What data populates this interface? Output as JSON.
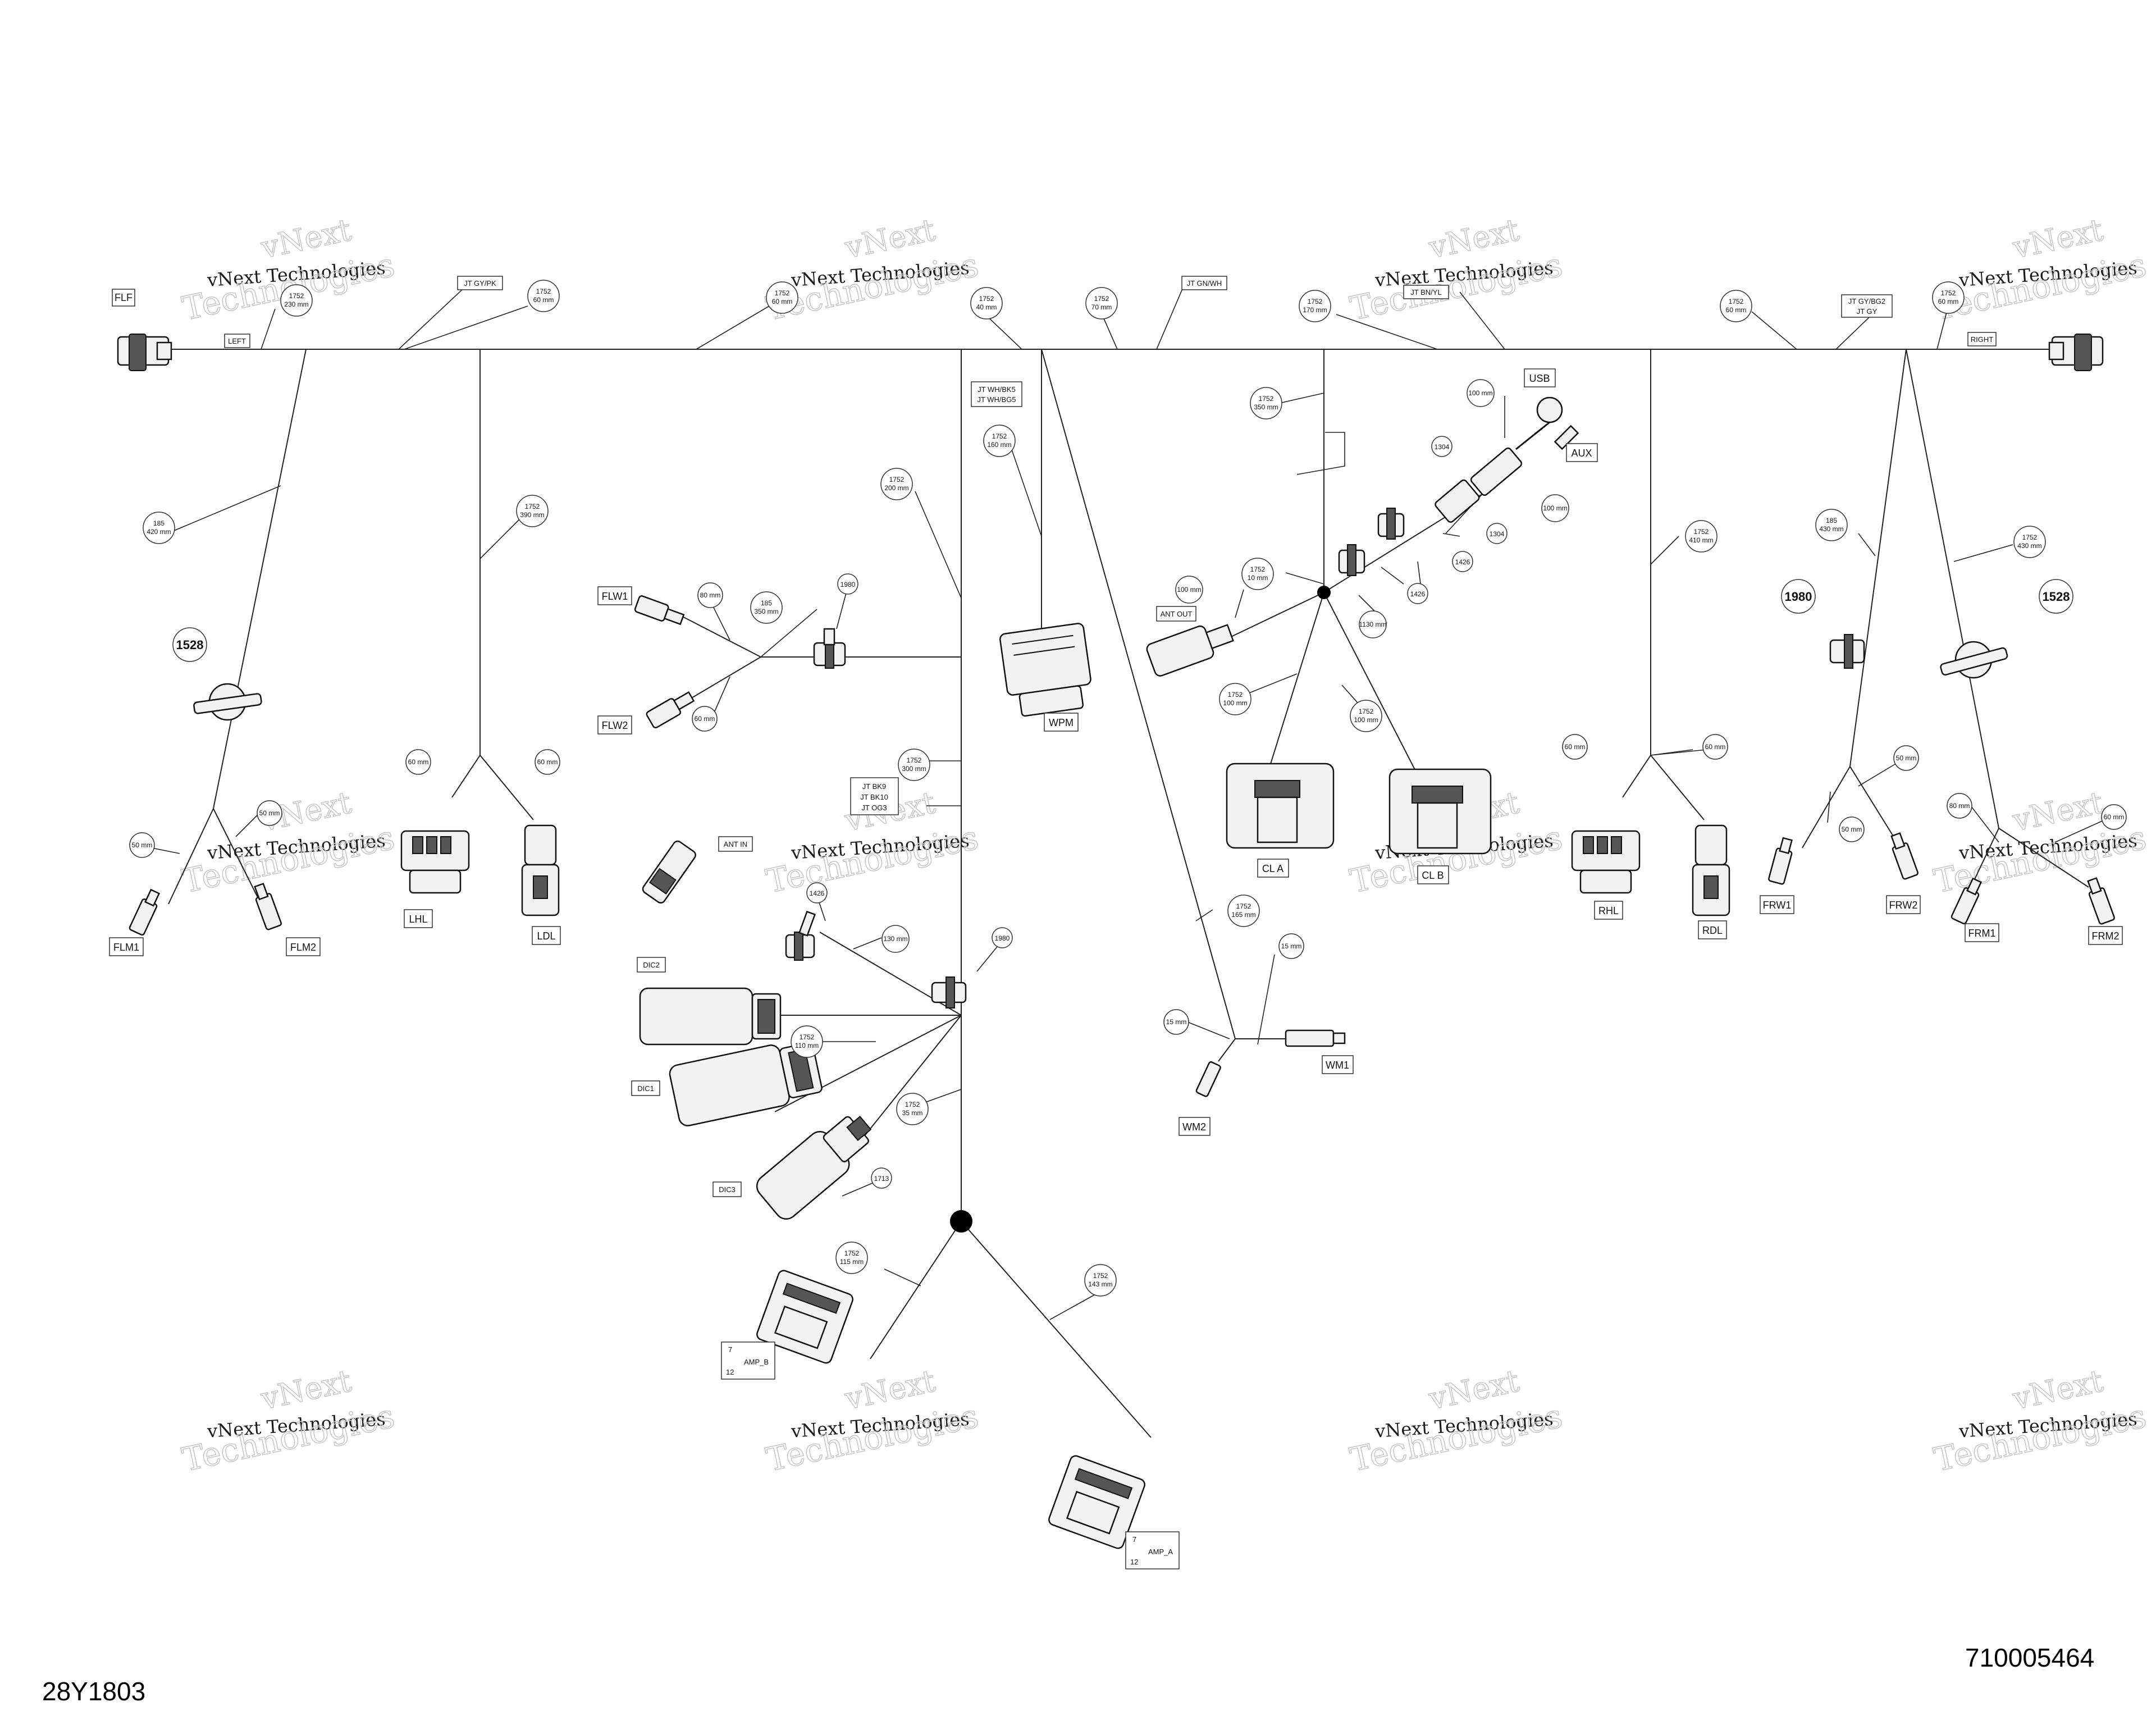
{
  "labels": {
    "FLF": "FLF",
    "LEFT": "LEFT",
    "RIGHT": "RIGHT",
    "FLM1": "FLM1",
    "FLM2": "FLM2",
    "LHL": "LHL",
    "LDL": "LDL",
    "FLW1": "FLW1",
    "FLW2": "FLW2",
    "WPM": "WPM",
    "ANT_IN": "ANT IN",
    "DIC2": "DIC2",
    "DIC1": "DIC1",
    "DIC3": "DIC3",
    "AMP_B": "AMP_B",
    "AMP_A": "AMP_A",
    "AMP_pin_top": "7",
    "AMP_pin_bottom": "12",
    "ANT_OUT": "ANT OUT",
    "CL_A": "CL A",
    "CL_B": "CL B",
    "USB": "USB",
    "AUX": "AUX",
    "WM1": "WM1",
    "WM2": "WM2",
    "RHL": "RHL",
    "RDL": "RDL",
    "FRW1": "FRW1",
    "FRW2": "FRW2",
    "FRM1": "FRM1",
    "FRM2": "FRM2",
    "JT_GY_PK": "JT GY/PK",
    "JT_GN_WH": "JT GN/WH",
    "JT_BN_YL": "JT BN/YL",
    "JT_GY_BG2": "JT GY/BG2",
    "JT_GY": "JT GY",
    "JT_WH_BK5": "JT WH/BK5",
    "JT_WH_BG5": "JT WH/BG5",
    "JT_BK9": "JT BK9",
    "JT_BK10": "JT BK10",
    "JT_OG3": "JT OG3"
  },
  "callouts": {
    "p1528": "1528",
    "p1980": "1980",
    "p1426": "1426",
    "p1304": "1304",
    "p1713": "1713",
    "n1752": "1752",
    "n185": "185",
    "d230": "230 mm",
    "d60": "60 mm",
    "d40": "40 mm",
    "d70": "70 mm",
    "d170": "170 mm",
    "d420": "420 mm",
    "d390": "390 mm",
    "d350": "350 mm",
    "d200": "200 mm",
    "d160": "160 mm",
    "d300": "300 mm",
    "d130": "130 mm",
    "d110": "110 mm",
    "d35": "35 mm",
    "d115": "115 mm",
    "d143": "143 mm",
    "d165": "165 mm",
    "d100": "100 mm",
    "d10": "10 mm",
    "d1130": "1130 mm",
    "d410": "410 mm",
    "d430": "430 mm",
    "d80": "80 mm",
    "d50": "50 mm",
    "d15": "15 mm"
  },
  "watermark": {
    "line1": "vNext",
    "line2": "vNext Technologies",
    "line3": "Technologies"
  },
  "footer": {
    "left_code": "28Y1803",
    "right_code": "710005464"
  }
}
